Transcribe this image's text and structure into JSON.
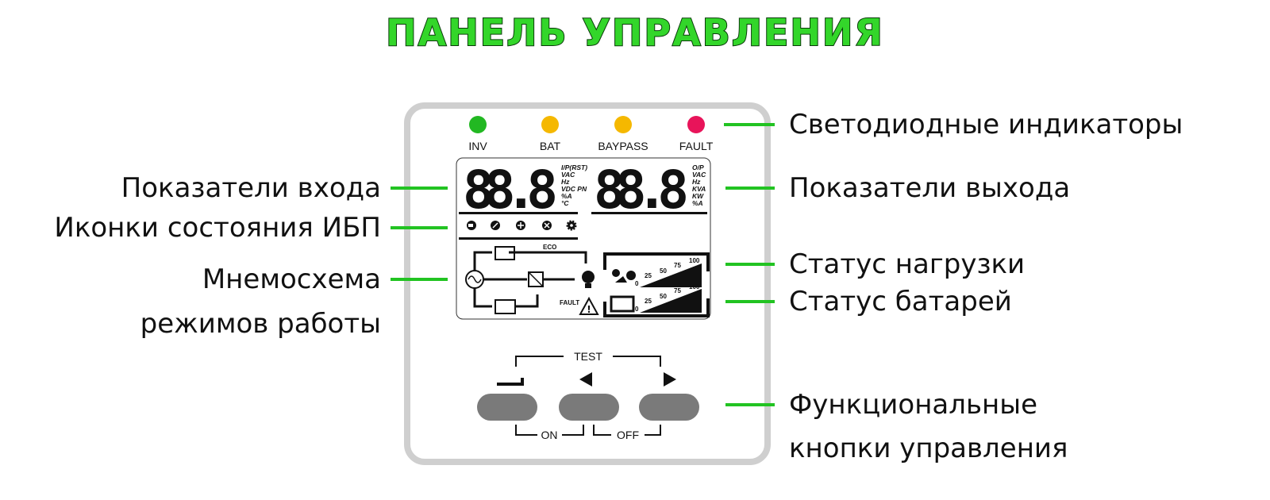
{
  "title": "ПАНЕЛЬ УПРАВЛЕНИЯ",
  "colors": {
    "title": "#33d62a",
    "leader": "#22c322",
    "led_inv": "#22b822",
    "led_bat": "#f5b800",
    "led_bypass": "#f5b800",
    "led_fault": "#e8145a",
    "button": "#7a7a7a",
    "panel_border": "#cfcfcf"
  },
  "leds": [
    {
      "label": "INV",
      "color": "#22b822"
    },
    {
      "label": "BAT",
      "color": "#f5b800"
    },
    {
      "label": "BAYPASS",
      "color": "#f5b800"
    },
    {
      "label": "FAULT",
      "color": "#e8145a"
    }
  ],
  "lcd": {
    "input_digits": "88.8",
    "input_units": [
      "I/P(RST)",
      "VAC",
      "Hz",
      "VDC PN",
      "%A",
      "°C"
    ],
    "output_digits": "88.8",
    "output_units": [
      "O/P",
      "VAC",
      "Hz",
      "KVA",
      "KW",
      "%A"
    ],
    "status_icons": [
      "buzzer-icon",
      "eco-leaf-icon",
      "fan-icon",
      "maintenance-icon",
      "settings-gear-icon"
    ],
    "eco_label": "ECO",
    "fault_label": "FAULT",
    "scale": [
      "0",
      "25",
      "50",
      "75",
      "100"
    ]
  },
  "buttons": {
    "test_label": "TEST",
    "on_label": "ON",
    "off_label": "OFF",
    "icons": [
      "enter-icon",
      "left-arrow-icon",
      "right-arrow-icon"
    ]
  },
  "callouts": {
    "leds": "Светодиодные индикаторы",
    "output": "Показатели выхода",
    "load": "Статус нагрузки",
    "battery": "Статус батарей",
    "buttons_line1": "Функциональные",
    "buttons_line2": "кнопки управления",
    "input": "Показатели входа",
    "icons": "Иконки состояния ИБП",
    "mimic_line1": "Мнемосхема",
    "mimic_line2": "режимов работы"
  }
}
